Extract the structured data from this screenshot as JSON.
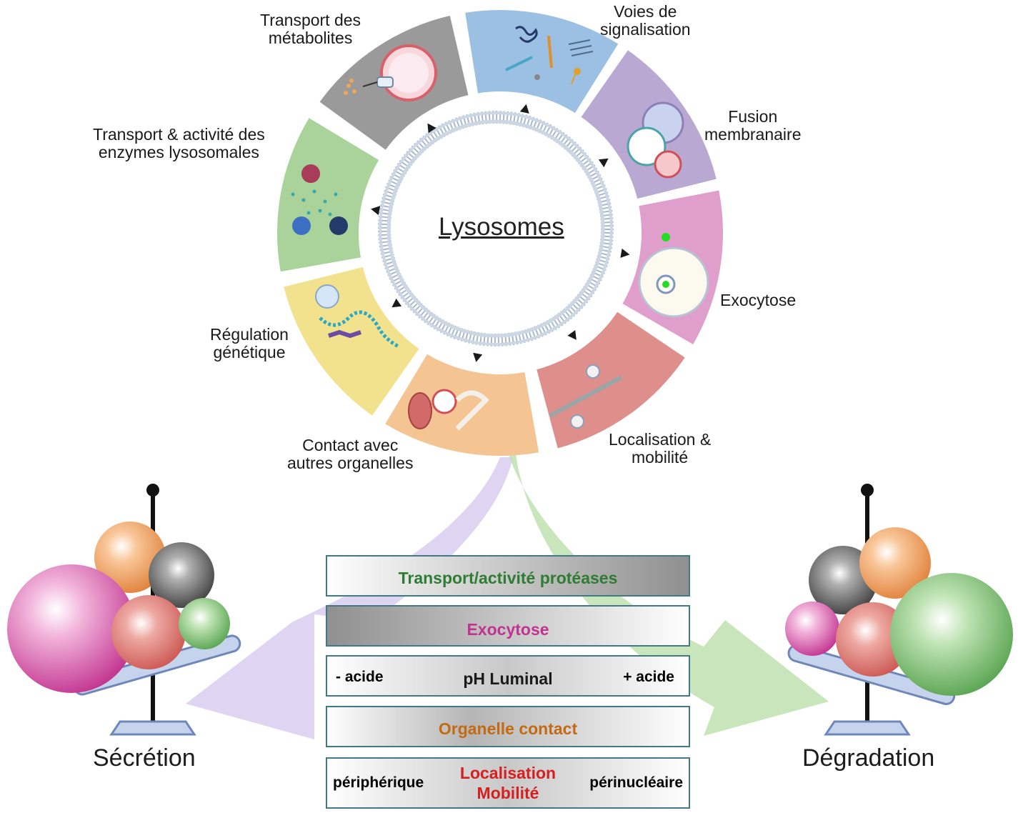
{
  "center": {
    "title": "Lysosomes"
  },
  "segments": [
    {
      "id": "metabolites",
      "label_lines": [
        "Transport des",
        "métabolites"
      ],
      "color": "#9a9a9a"
    },
    {
      "id": "signaling",
      "label_lines": [
        "Voies de",
        "signalisation"
      ],
      "color": "#9cc0e3"
    },
    {
      "id": "fusion",
      "label_lines": [
        "Fusion",
        "membranaire"
      ],
      "color": "#b9a8d2"
    },
    {
      "id": "exocytosis",
      "label_lines": [
        "Exocytose"
      ],
      "color": "#df9ecb"
    },
    {
      "id": "localisation",
      "label_lines": [
        "Localisation &",
        "mobilité"
      ],
      "color": "#de8f8c"
    },
    {
      "id": "contact",
      "label_lines": [
        "Contact avec",
        "autres organelles"
      ],
      "color": "#f4c493"
    },
    {
      "id": "genetic",
      "label_lines": [
        "Régulation",
        "génétique"
      ],
      "color": "#f2e28d"
    },
    {
      "id": "enzymes",
      "label_lines": [
        "Transport & activité des",
        "enzymes lysosomales"
      ],
      "color": "#a9d39a"
    }
  ],
  "balances": {
    "left": {
      "title": "Sécrétion"
    },
    "right": {
      "title": "Dégradation"
    }
  },
  "bars": [
    {
      "id": "proteases",
      "label": "Transport/activité protéases",
      "label_color": "#2e7d32"
    },
    {
      "id": "exocytose",
      "label": "Exocytose",
      "label_color": "#c2338f"
    },
    {
      "id": "ph",
      "label": "pH Luminal",
      "left": "- acide",
      "right": "+ acide",
      "label_color": "#1a1a1a"
    },
    {
      "id": "organelle",
      "label": "Organelle contact",
      "label_color": "#c46a12"
    },
    {
      "id": "localisation",
      "label_lines": [
        "Localisation",
        "Mobilité"
      ],
      "left": "périphérique",
      "right": "périnucléaire",
      "label_color": "#d62020"
    }
  ],
  "colors": {
    "secretion_arrow": "#cdbde9",
    "degradation_arrow": "#b8dba8",
    "membrane": "#b9c7d8",
    "balance_plate": "#c6d3ec",
    "bar_border": "#3f7a86"
  }
}
